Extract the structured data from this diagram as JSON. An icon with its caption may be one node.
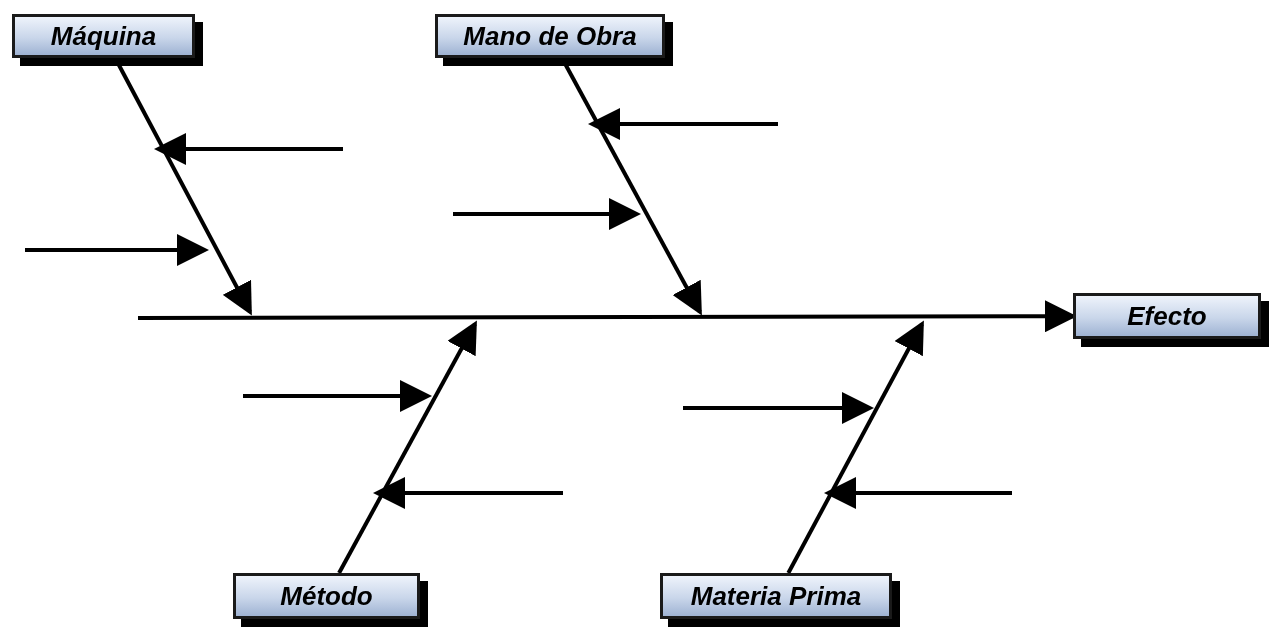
{
  "diagram": {
    "nodes": [
      {
        "text": [
          "Máquina"
        ]
      },
      {
        "text": [
          "Mano de Obra"
        ]
      },
      {
        "text": [
          "Efecto"
        ]
      },
      {
        "text": [
          "Método"
        ]
      },
      {
        "text": [
          "Materia Prima"
        ]
      }
    ],
    "edges": [
      {
        "from": null,
        "to": 2,
        "arrow": "to"
      },
      {
        "from": 0,
        "to": null,
        "arrow": "to"
      },
      {
        "from": 1,
        "to": null,
        "arrow": "to"
      },
      {
        "from": 3,
        "to": null,
        "arrow": "to"
      },
      {
        "from": 4,
        "to": null,
        "arrow": "to"
      }
    ]
  }
}
